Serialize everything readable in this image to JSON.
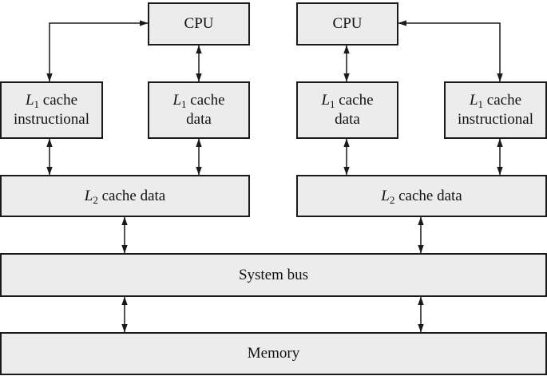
{
  "cpu_left": {
    "label": "CPU"
  },
  "cpu_right": {
    "label": "CPU"
  },
  "l1_instr_left": {
    "cache_level": "L",
    "level_sub": "1",
    "label_line1": " cache",
    "label_line2": "instructional"
  },
  "l1_data_left": {
    "cache_level": "L",
    "level_sub": "1",
    "label_line1": " cache",
    "label_line2": "data"
  },
  "l1_data_right": {
    "cache_level": "L",
    "level_sub": "1",
    "label_line1": " cache",
    "label_line2": "data"
  },
  "l1_instr_right": {
    "cache_level": "L",
    "level_sub": "1",
    "label_line1": " cache",
    "label_line2": "instructional"
  },
  "l2_left": {
    "cache_level": "L",
    "level_sub": "2",
    "label": " cache data"
  },
  "l2_right": {
    "cache_level": "L",
    "level_sub": "2",
    "label": " cache data"
  },
  "system_bus": {
    "label": "System bus"
  },
  "memory": {
    "label": "Memory"
  },
  "colors": {
    "box_fill": "#ececec",
    "stroke": "#1a1a1a"
  }
}
